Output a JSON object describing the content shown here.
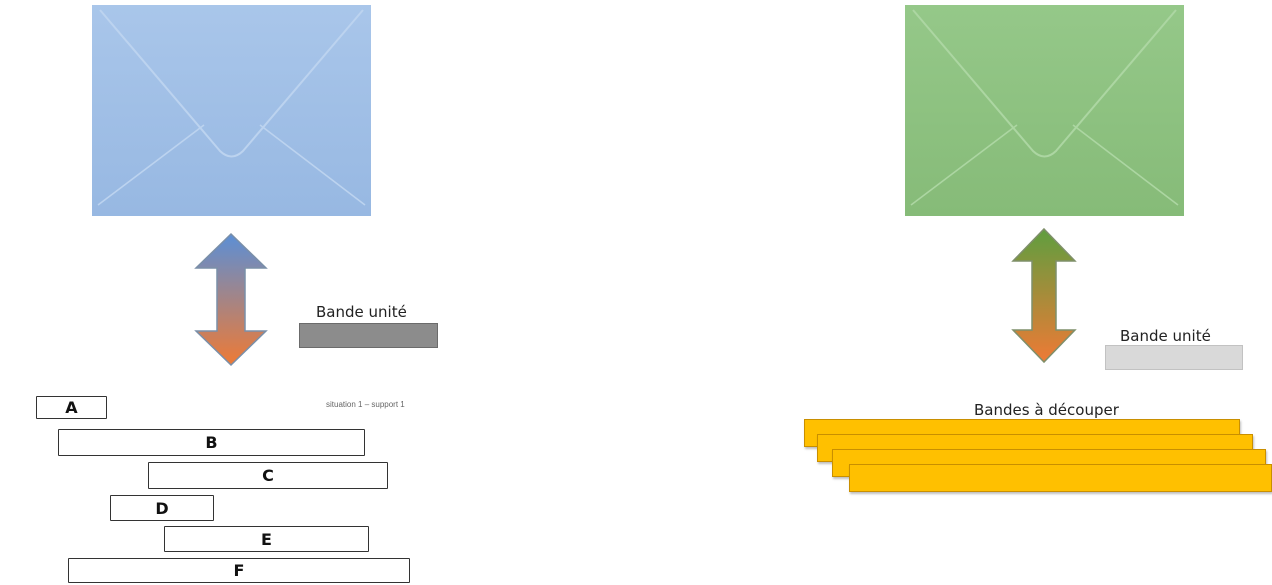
{
  "colors": {
    "envelope_blue": "#9fbfe6",
    "envelope_green": "#8fc383",
    "arrow_blue_top": "#5b8fd6",
    "arrow_green_top": "#5f9e3f",
    "arrow_bottom": "#ee7a35",
    "strip_yellow": "#ffc000"
  },
  "left": {
    "unit_label": "Bande unité",
    "caption": "situation 1 – support 1",
    "strips": [
      "A",
      "B",
      "C",
      "D",
      "E",
      "F"
    ]
  },
  "right": {
    "unit_label": "Bande unité",
    "strips_title": "Bandes à découper"
  }
}
